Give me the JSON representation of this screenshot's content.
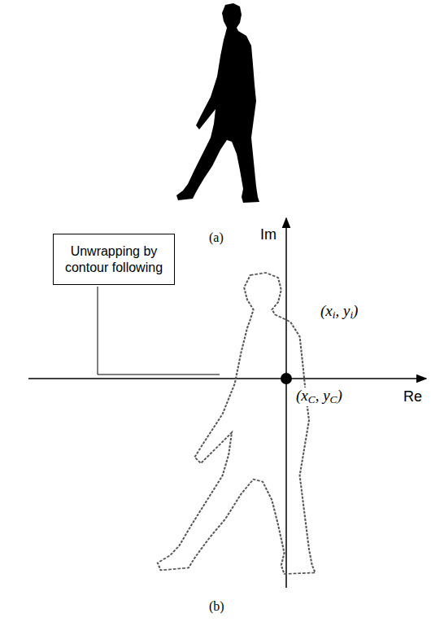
{
  "diagram": {
    "nodes": [
      {
        "text": [
          "Unwrapping by contour following"
        ]
      }
    ],
    "labels": [
      "(a)",
      "Im",
      "(xi, yi)",
      "Re",
      "(xC, yC)",
      "(b)"
    ]
  }
}
